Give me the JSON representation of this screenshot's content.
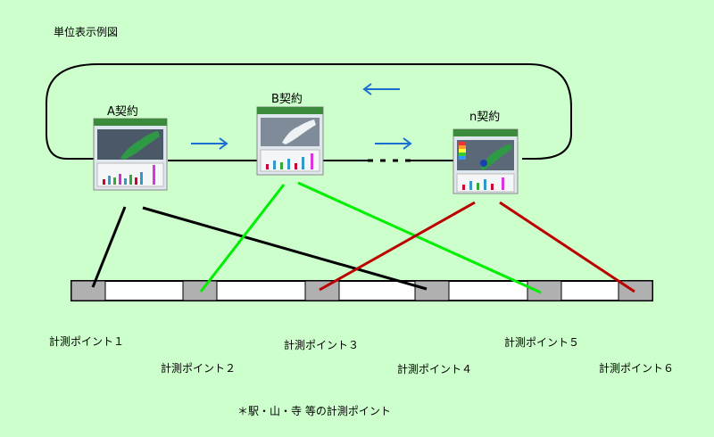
{
  "title": "単位表示例図",
  "contracts": [
    {
      "label": "A契約"
    },
    {
      "label": "B契約"
    },
    {
      "label": "n契約"
    }
  ],
  "points": [
    {
      "label": "計測ポイント１"
    },
    {
      "label": "計測ポイント２"
    },
    {
      "label": "計測ポイント３"
    },
    {
      "label": "計測ポイント４"
    },
    {
      "label": "計測ポイント５"
    },
    {
      "label": "計測ポイント６"
    }
  ],
  "footnote": "＊駅・山・寺 等の計測ポイント",
  "colors": {
    "background": "#ccffcc",
    "contract_a_link": "#000000",
    "contract_b_link": "#00ee00",
    "contract_n_link": "#bb0000",
    "arrow": "#1a6fd1",
    "point_box": "#b0b0b0"
  },
  "icons": [
    "weather-map-thumbnail",
    "right-arrow-icon",
    "left-arrow-icon"
  ]
}
